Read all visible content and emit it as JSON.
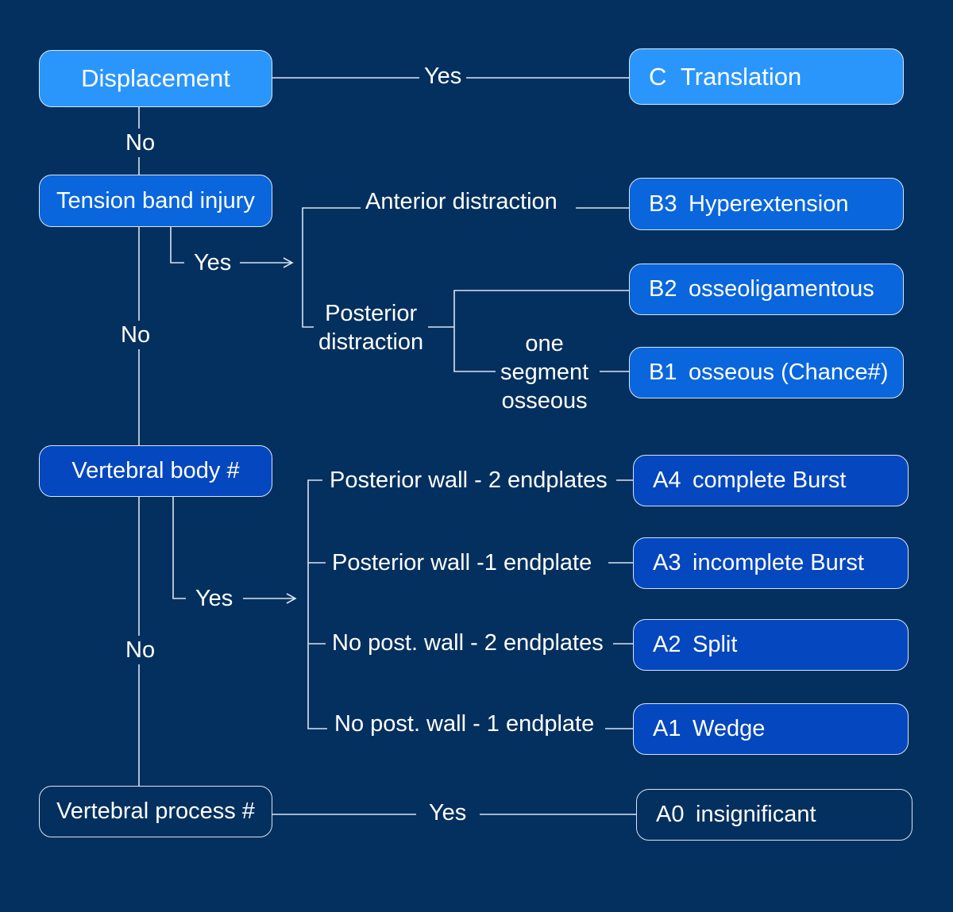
{
  "colors": {
    "background": "#04305f",
    "box_light": "#2a96fc",
    "box_mid": "#0a66dc",
    "box_dark": "#0547be",
    "line": "#d9e4f2"
  },
  "nodes": {
    "displacement": "Displacement",
    "tension_band": "Tension band injury",
    "vertebral_body": "Vertebral body #",
    "vertebral_process": "Vertebral process #"
  },
  "results": {
    "c": {
      "code": "C",
      "name": "Translation"
    },
    "b3": {
      "code": "B3",
      "name": "Hyperextension"
    },
    "b2": {
      "code": "B2",
      "name": "osseoligamentous"
    },
    "b1": {
      "code": "B1",
      "name": "osseous (Chance#)"
    },
    "a4": {
      "code": "A4",
      "name": "complete Burst"
    },
    "a3": {
      "code": "A3",
      "name": "incomplete Burst"
    },
    "a2": {
      "code": "A2",
      "name": "Split"
    },
    "a1": {
      "code": "A1",
      "name": "Wedge"
    },
    "a0": {
      "code": "A0",
      "name": "insignificant"
    }
  },
  "labels": {
    "yes_displacement": "Yes",
    "no_1": "No",
    "yes_tension": "Yes",
    "no_2": "No",
    "yes_body": "Yes",
    "no_3": "No",
    "yes_process": "Yes",
    "anterior_distraction": "Anterior distraction",
    "posterior_distraction_1": "Posterior",
    "posterior_distraction_2": "distraction",
    "one_segment_1": "one",
    "one_segment_2": "segment",
    "one_segment_3": "osseous",
    "a4_criterion": "Posterior wall - 2 endplates",
    "a3_criterion": "Posterior wall -1 endplate",
    "a2_criterion": "No post. wall - 2 endplates",
    "a1_criterion": "No post. wall - 1 endplate"
  }
}
